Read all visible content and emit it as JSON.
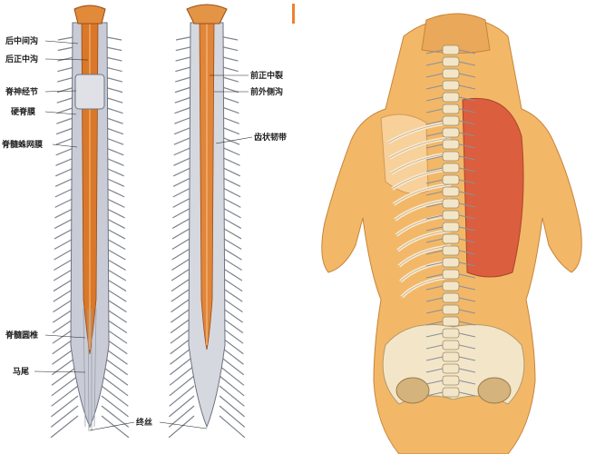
{
  "labels": {
    "posterior_intermediate_sulcus": "后中间沟",
    "posterior_median_sulcus": "后正中沟",
    "spinal_ganglion": "脊神经节",
    "dura_mater": "硬脊膜",
    "arachnoid": "脊髓蛛网膜",
    "conus_medullaris": "脊髓圆椎",
    "cauda_equina": "马尾",
    "filum_terminale": "终丝",
    "anterior_median_fissure": "前正中裂",
    "anterolateral_sulcus": "前外侧沟",
    "denticulate_ligament": "齿状韧带"
  },
  "colors": {
    "cord": "#d9782a",
    "cord_light": "#f0a860",
    "membrane": "#c9ccd6",
    "nerve": "#8a8f9a",
    "skin": "#f2b868",
    "skin_shade": "#e39a4a",
    "muscle": "#d9553a",
    "bone": "#f3e6c8"
  }
}
